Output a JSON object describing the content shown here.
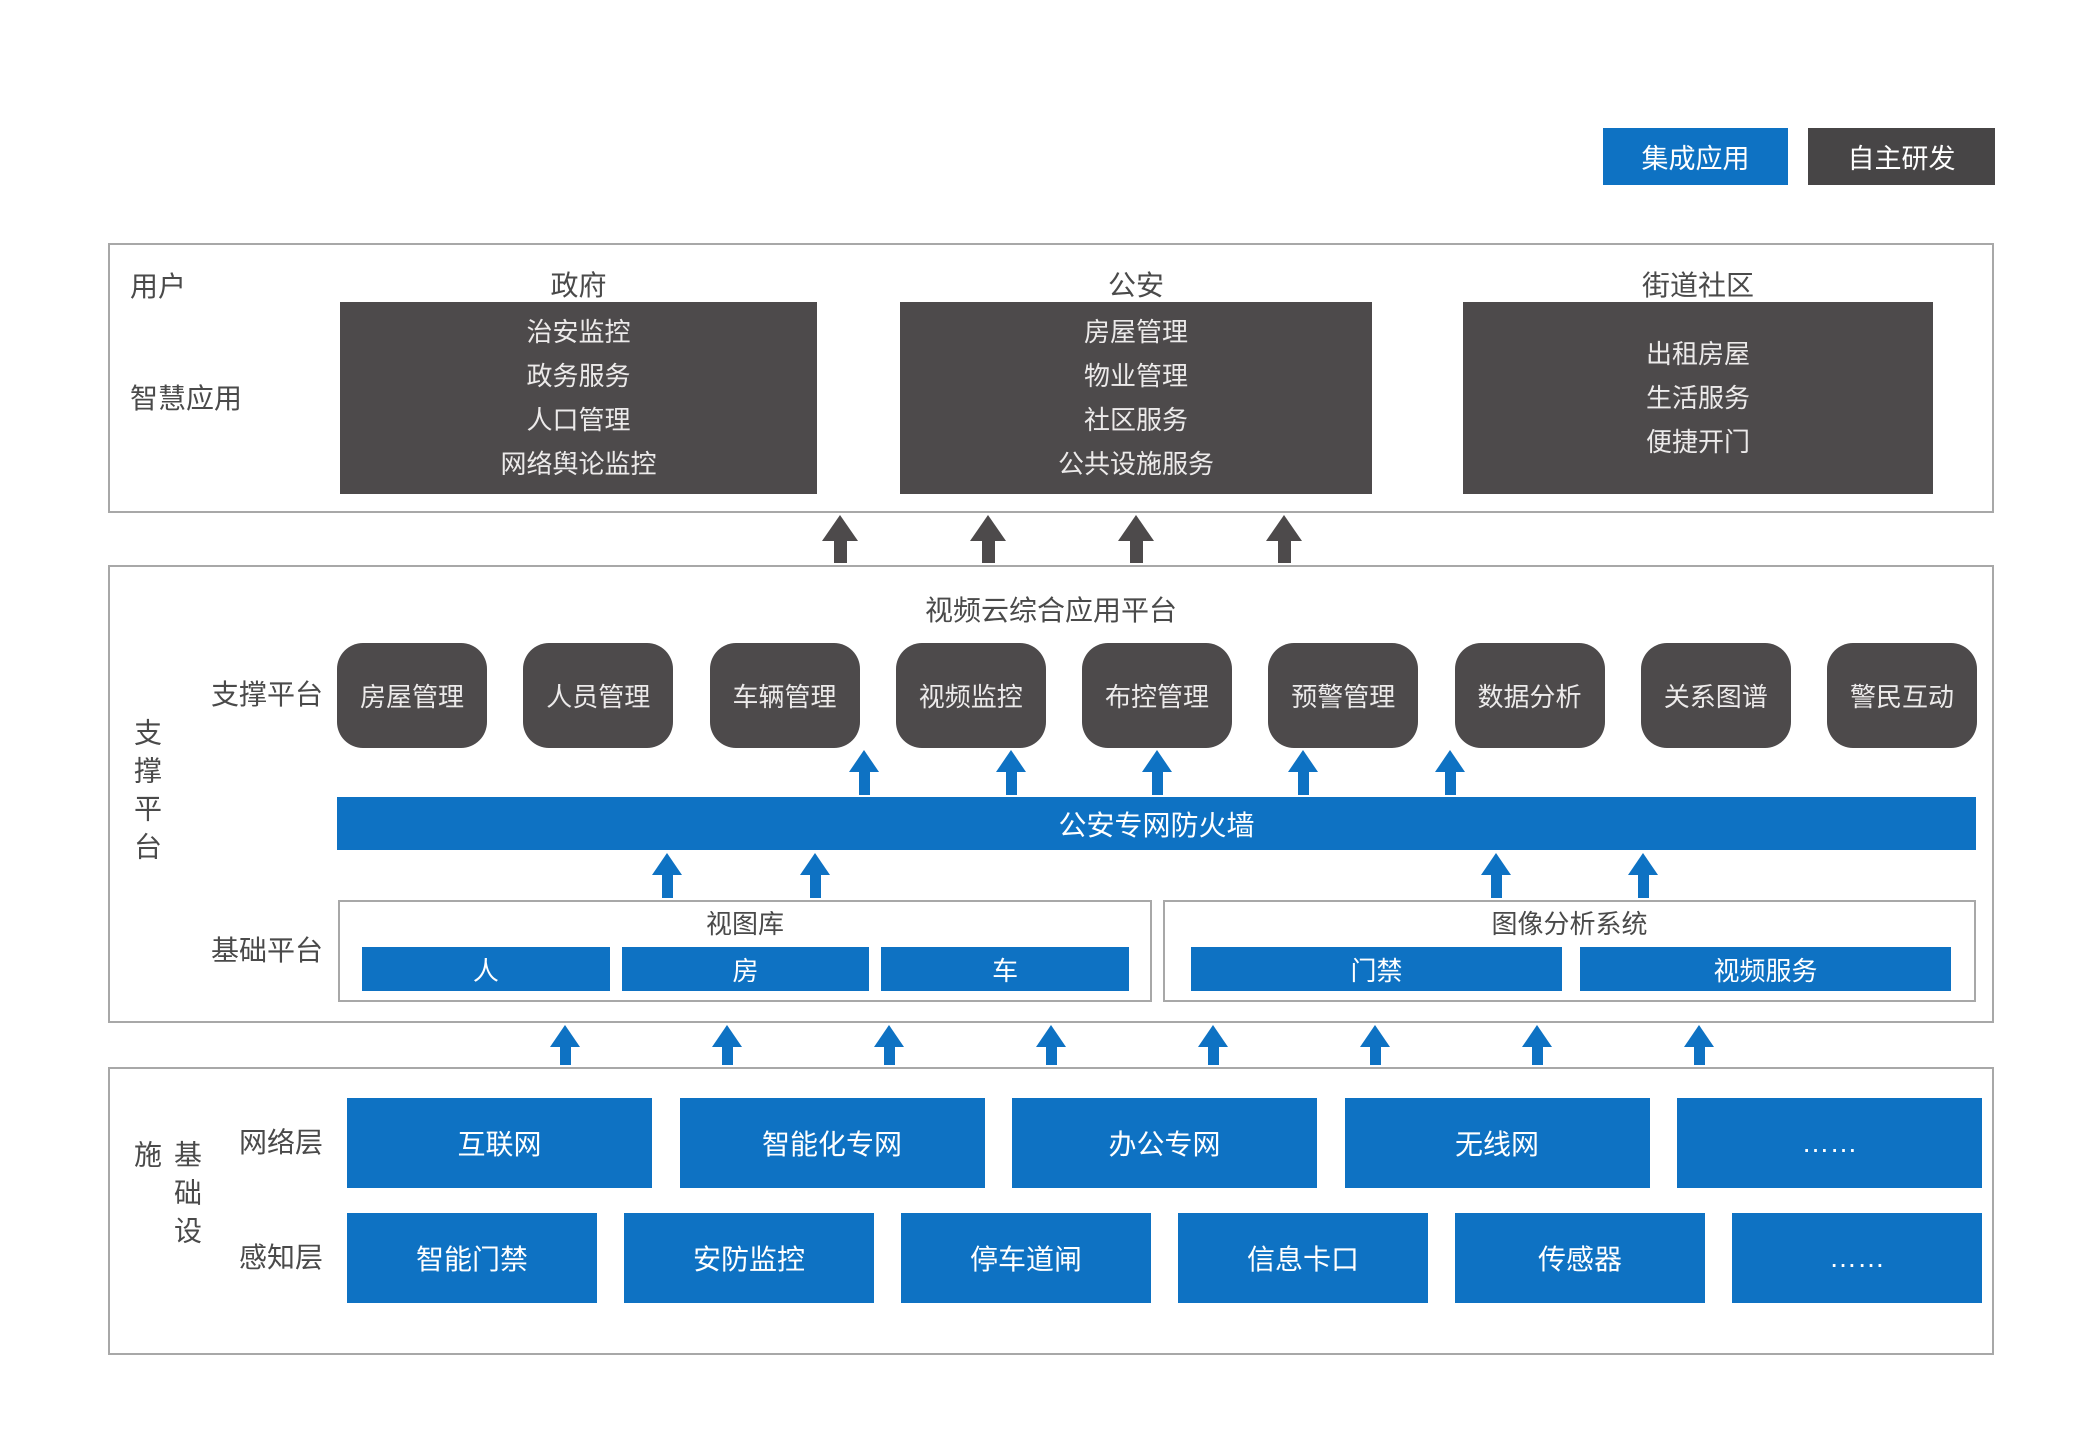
{
  "legend": {
    "integrated": "集成应用",
    "self_developed": "自主研发"
  },
  "colors": {
    "accent_blue": "#0e72c3",
    "box_dark": "#4d4a4b",
    "border_gray": "#a8a8a8"
  },
  "user_section": {
    "row_label_users": "用户",
    "row_label_apps": "智慧应用",
    "columns": [
      {
        "header": "政府",
        "items": [
          "治安监控",
          "政务服务",
          "人口管理",
          "网络舆论监控"
        ]
      },
      {
        "header": "公安",
        "items": [
          "房屋管理",
          "物业管理",
          "社区服务",
          "公共设施服务"
        ]
      },
      {
        "header": "街道社区",
        "items": [
          "出租房屋",
          "生活服务",
          "便捷开门"
        ]
      }
    ]
  },
  "platform_section": {
    "side_label": "支撑平台",
    "title": "视频云综合应用平台",
    "support_row_label": "支撑平台",
    "apps": [
      "房屋管理",
      "人员管理",
      "车辆管理",
      "视频监控",
      "布控管理",
      "预警管理",
      "数据分析",
      "关系图谱",
      "警民互动"
    ],
    "firewall": "公安专网防火墙",
    "base_row_label": "基础平台",
    "base_groups": [
      {
        "title": "视图库",
        "items": [
          "人",
          "房",
          "车"
        ]
      },
      {
        "title": "图像分析系统",
        "items": [
          "门禁",
          "视频服务"
        ]
      }
    ]
  },
  "infra_section": {
    "side_label": "基础设施",
    "rows": [
      {
        "label": "网络层",
        "items": [
          "互联网",
          "智能化专网",
          "办公专网",
          "无线网",
          "……"
        ]
      },
      {
        "label": "感知层",
        "items": [
          "智能门禁",
          "安防监控",
          "停车道闸",
          "信息卡口",
          "传感器",
          "……"
        ]
      }
    ]
  }
}
